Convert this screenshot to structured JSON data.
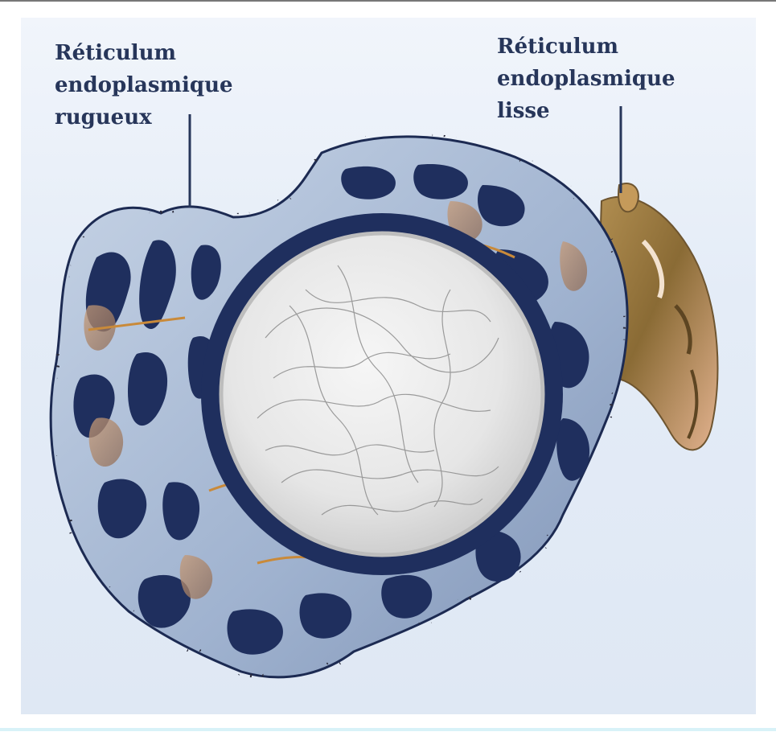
{
  "labels": {
    "rough_er": [
      "Réticulum",
      "endoplasmique",
      "rugueux"
    ],
    "smooth_er": [
      "Réticulum",
      "endoplasmique",
      "lisse"
    ]
  },
  "colors": {
    "membrane": "#a9bbd6",
    "lumen": "#1f2f5e",
    "ribosome": "#2a2a3a",
    "smooth_er": "#9b7a43",
    "nucleus": "#e9e9e9",
    "label_text": "#27365a"
  },
  "icons": [
    "nucleus-shape",
    "rough-er-shape",
    "smooth-er-shape",
    "ribosome-dot"
  ]
}
